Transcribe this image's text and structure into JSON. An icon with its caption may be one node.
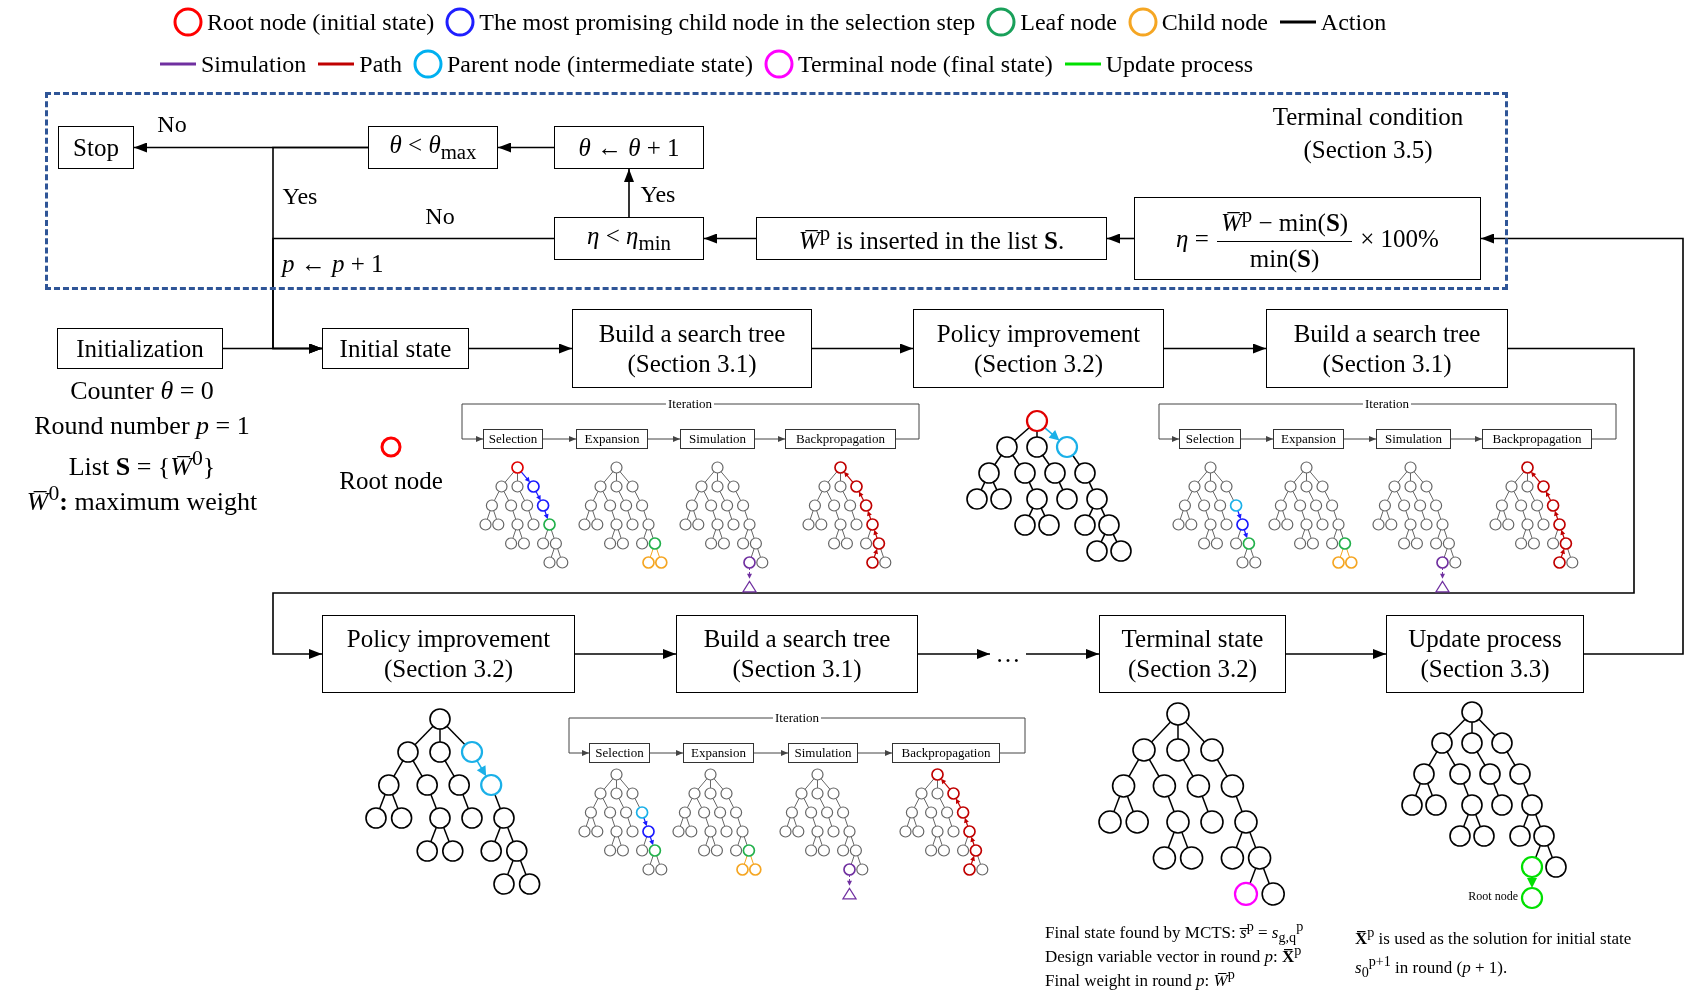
{
  "diagram": {
    "nodes": [
      {
        "text": [
          "Terminal condition (Section 3.5)"
        ]
      },
      {
        "text": [
          "Stop"
        ],
        "in": 0
      },
      {
        "text": [
          "*θ* < *θ*$_{max}$"
        ],
        "in": 0
      },
      {
        "text": [
          "*θ* ← *θ* + 1"
        ],
        "in": 0
      },
      {
        "text": [
          "*η* < *η*$_{min}$"
        ],
        "in": 0
      },
      {
        "text": [
          "*W̅*$^{p}$ is inserted in the list **S**."
        ],
        "in": 0
      },
      {
        "text": [
          "*η* =",
          "*W̅*$^{p}$ − min(**S**)",
          "min(**S**)",
          "× 100%"
        ],
        "in": 0
      },
      {
        "text": [
          "Initialization"
        ],
        "beside": [
          "Counter *θ* = 0",
          "Round number *p* = 1",
          "List **S** = {*W̅*$^{0}$}",
          "*W̅*$^{0}$**:** maximum weight"
        ]
      },
      {
        "text": [
          "Initial state"
        ]
      },
      {
        "text": [
          "Build a search tree (Section 3.1)"
        ]
      },
      {
        "text": [
          "Policy improvement (Section 3.2)"
        ]
      },
      {
        "text": [
          "Build a search tree (Section 3.1)"
        ]
      },
      {
        "text": [
          "Policy improvement (Section 3.2)"
        ]
      },
      {
        "text": [
          "Build a search tree (Section 3.1)"
        ]
      },
      {
        "text": [
          "…"
        ]
      },
      {
        "text": [
          "Terminal state (Section 3.2)"
        ],
        "beside": [
          "Final state found by MCTS: *s̅*$^{p}$ = *s*$_{g,q}$$^{p}$",
          "Design variable vector in round *p*: **X̅**$^{p}$",
          "Final weight in round *p*: *W̅*$^{p}$"
        ]
      },
      {
        "text": [
          "Update process (Section 3.3)"
        ]
      },
      {
        "text": [
          "Selection"
        ]
      },
      {
        "text": [
          "Expansion"
        ]
      },
      {
        "text": [
          "Simulation"
        ]
      },
      {
        "text": [
          "Backpropagation"
        ]
      },
      {
        "text": [
          "Selection"
        ]
      },
      {
        "text": [
          "Expansion"
        ]
      },
      {
        "text": [
          "Simulation"
        ]
      },
      {
        "text": [
          "Backpropagation"
        ]
      },
      {
        "text": [
          "Selection"
        ]
      },
      {
        "text": [
          "Expansion"
        ]
      },
      {
        "text": [
          "Simulation"
        ]
      },
      {
        "text": [
          "Backpropagation"
        ]
      }
    ],
    "edges": [
      {
        "from": 2,
        "to": 1,
        "arrow": "to",
        "label": "No"
      },
      {
        "from": 2,
        "to": 8,
        "arrow": "to",
        "label": "Yes"
      },
      {
        "from": 4,
        "to": 3,
        "arrow": "to",
        "label": "Yes"
      },
      {
        "from": 4,
        "to": 8,
        "arrow": "to",
        "label": "No"
      },
      {
        "from": 3,
        "to": 2,
        "arrow": "to"
      },
      {
        "from": 5,
        "to": 4,
        "arrow": "to"
      },
      {
        "from": 6,
        "to": 5,
        "arrow": "to"
      },
      {
        "from": 16,
        "to": 6,
        "arrow": "to"
      },
      {
        "from": 7,
        "to": 8,
        "arrow": "to"
      },
      {
        "from": 8,
        "to": 9,
        "arrow": "to"
      },
      {
        "from": 9,
        "to": 10,
        "arrow": "to"
      },
      {
        "from": 10,
        "to": 11,
        "arrow": "to"
      },
      {
        "from": 11,
        "to": 12,
        "arrow": "to"
      },
      {
        "from": 12,
        "to": 13,
        "arrow": "to"
      },
      {
        "from": 13,
        "to": 14,
        "arrow": "to"
      },
      {
        "from": 14,
        "to": 15,
        "arrow": "to"
      },
      {
        "from": 15,
        "to": 16,
        "arrow": "to"
      },
      {
        "from": 17,
        "to": 18,
        "arrow": "to"
      },
      {
        "from": 18,
        "to": 19,
        "arrow": "to"
      },
      {
        "from": 19,
        "to": 20,
        "arrow": "to"
      },
      {
        "from": 20,
        "to": 17,
        "arrow": "to",
        "label": "Iteration"
      },
      {
        "from": 21,
        "to": 22,
        "arrow": "to"
      },
      {
        "from": 22,
        "to": 23,
        "arrow": "to"
      },
      {
        "from": 23,
        "to": 24,
        "arrow": "to"
      },
      {
        "from": 24,
        "to": 21,
        "arrow": "to",
        "label": "Iteration"
      },
      {
        "from": 25,
        "to": 26,
        "arrow": "to"
      },
      {
        "from": 26,
        "to": 27,
        "arrow": "to"
      },
      {
        "from": 27,
        "to": 28,
        "arrow": "to"
      },
      {
        "from": 28,
        "to": 25,
        "arrow": "to",
        "label": "Iteration"
      }
    ],
    "labels": [
      "*p* ← *p* + 1",
      "Root node",
      "Root node",
      "**X̅**$^{p}$ is used as the solution for initial state *s*$_{0}$$^{p+1}$ in round (*p* + 1)."
    ],
    "legend": [
      {
        "text": "Root node (initial state)"
      },
      {
        "text": "The most promising child node in the selection step"
      },
      {
        "text": "Leaf node"
      },
      {
        "text": "Child node"
      },
      {
        "text": "Action"
      },
      {
        "text": "Simulation"
      },
      {
        "text": "Path"
      },
      {
        "text": "Parent node (intermediate state)"
      },
      {
        "text": "Terminal node (final state)"
      },
      {
        "text": "Update process"
      }
    ]
  }
}
